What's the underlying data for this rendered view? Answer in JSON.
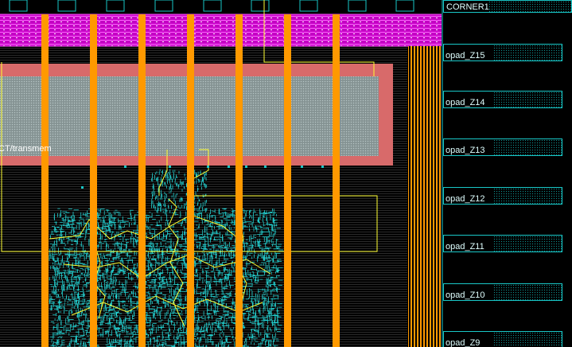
{
  "pads": {
    "corner_label": "CORNER1",
    "items": [
      {
        "label": "opad_Z15"
      },
      {
        "label": "opad_Z14"
      },
      {
        "label": "opad_Z13"
      },
      {
        "label": "opad_Z12"
      },
      {
        "label": "opad_Z11"
      },
      {
        "label": "opad_Z10"
      },
      {
        "label": "opad_Z9"
      }
    ]
  },
  "block": {
    "label": "CT/transmem"
  },
  "colors": {
    "background": "#000000",
    "power_stripe": "#ff9900",
    "top_rail": "#d200d2",
    "block_halo": "#d86a6a",
    "block_fill": "#9aa8a8",
    "cell_route": "#22d0d0",
    "net_highlight": "#ffff33",
    "pad_outline": "#19c8c8"
  }
}
